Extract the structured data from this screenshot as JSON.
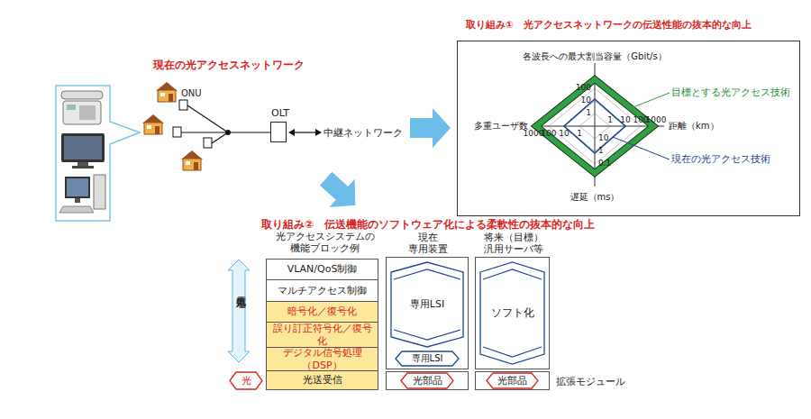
{
  "diagram": {
    "nodes": [
      {
        "text": [
          "取り組み①　光アクセスネットワークの伝送性能の抜本的な向上"
        ]
      },
      {
        "text": [
          "OLT"
        ]
      },
      {
        "text": [
          "VLAN/QoS制御"
        ]
      },
      {
        "text": [
          "マルチアクセス制御"
        ]
      },
      {
        "text": [
          "暗号化／復号化"
        ]
      },
      {
        "text": [
          "誤り訂正符号化／復号化"
        ]
      },
      {
        "text": [
          "デジタル信号処理（DSP）"
        ]
      },
      {
        "text": [
          "光送受信"
        ]
      },
      {
        "text": [
          "光"
        ]
      },
      {
        "text": [
          "現在 専用装置"
        ]
      },
      {
        "text": [
          "専用LSI"
        ],
        "in": 9
      },
      {
        "text": [
          "専用LSI"
        ],
        "in": 9
      },
      {
        "text": [
          "光部品"
        ]
      },
      {
        "text": [
          "将来（目標） 汎用サーバ等"
        ]
      },
      {
        "text": [
          "ソフト化"
        ],
        "in": 13
      },
      {
        "text": [
          "光部品"
        ]
      }
    ],
    "labels": [
      "現在の光アクセスネットワーク",
      "ONU",
      "中継ネットワーク",
      "各波長への最大割当容量（Gbit/s）",
      "100",
      "10",
      "1",
      "1",
      "10",
      "100",
      "1000",
      "距離（km）",
      "目標とする光アクセス技術",
      "現在の光アクセス技術",
      "10",
      "1",
      "0.1",
      "遅延（ms）",
      "1000",
      "100",
      "10",
      "1",
      "多重ユーザ数",
      "取り組み②　伝送機能のソフトウェア化による柔軟性の抜本的な向上",
      "光アクセスシステムの 機能ブロック例",
      "電気処理",
      "拡張モジュール"
    ]
  }
}
